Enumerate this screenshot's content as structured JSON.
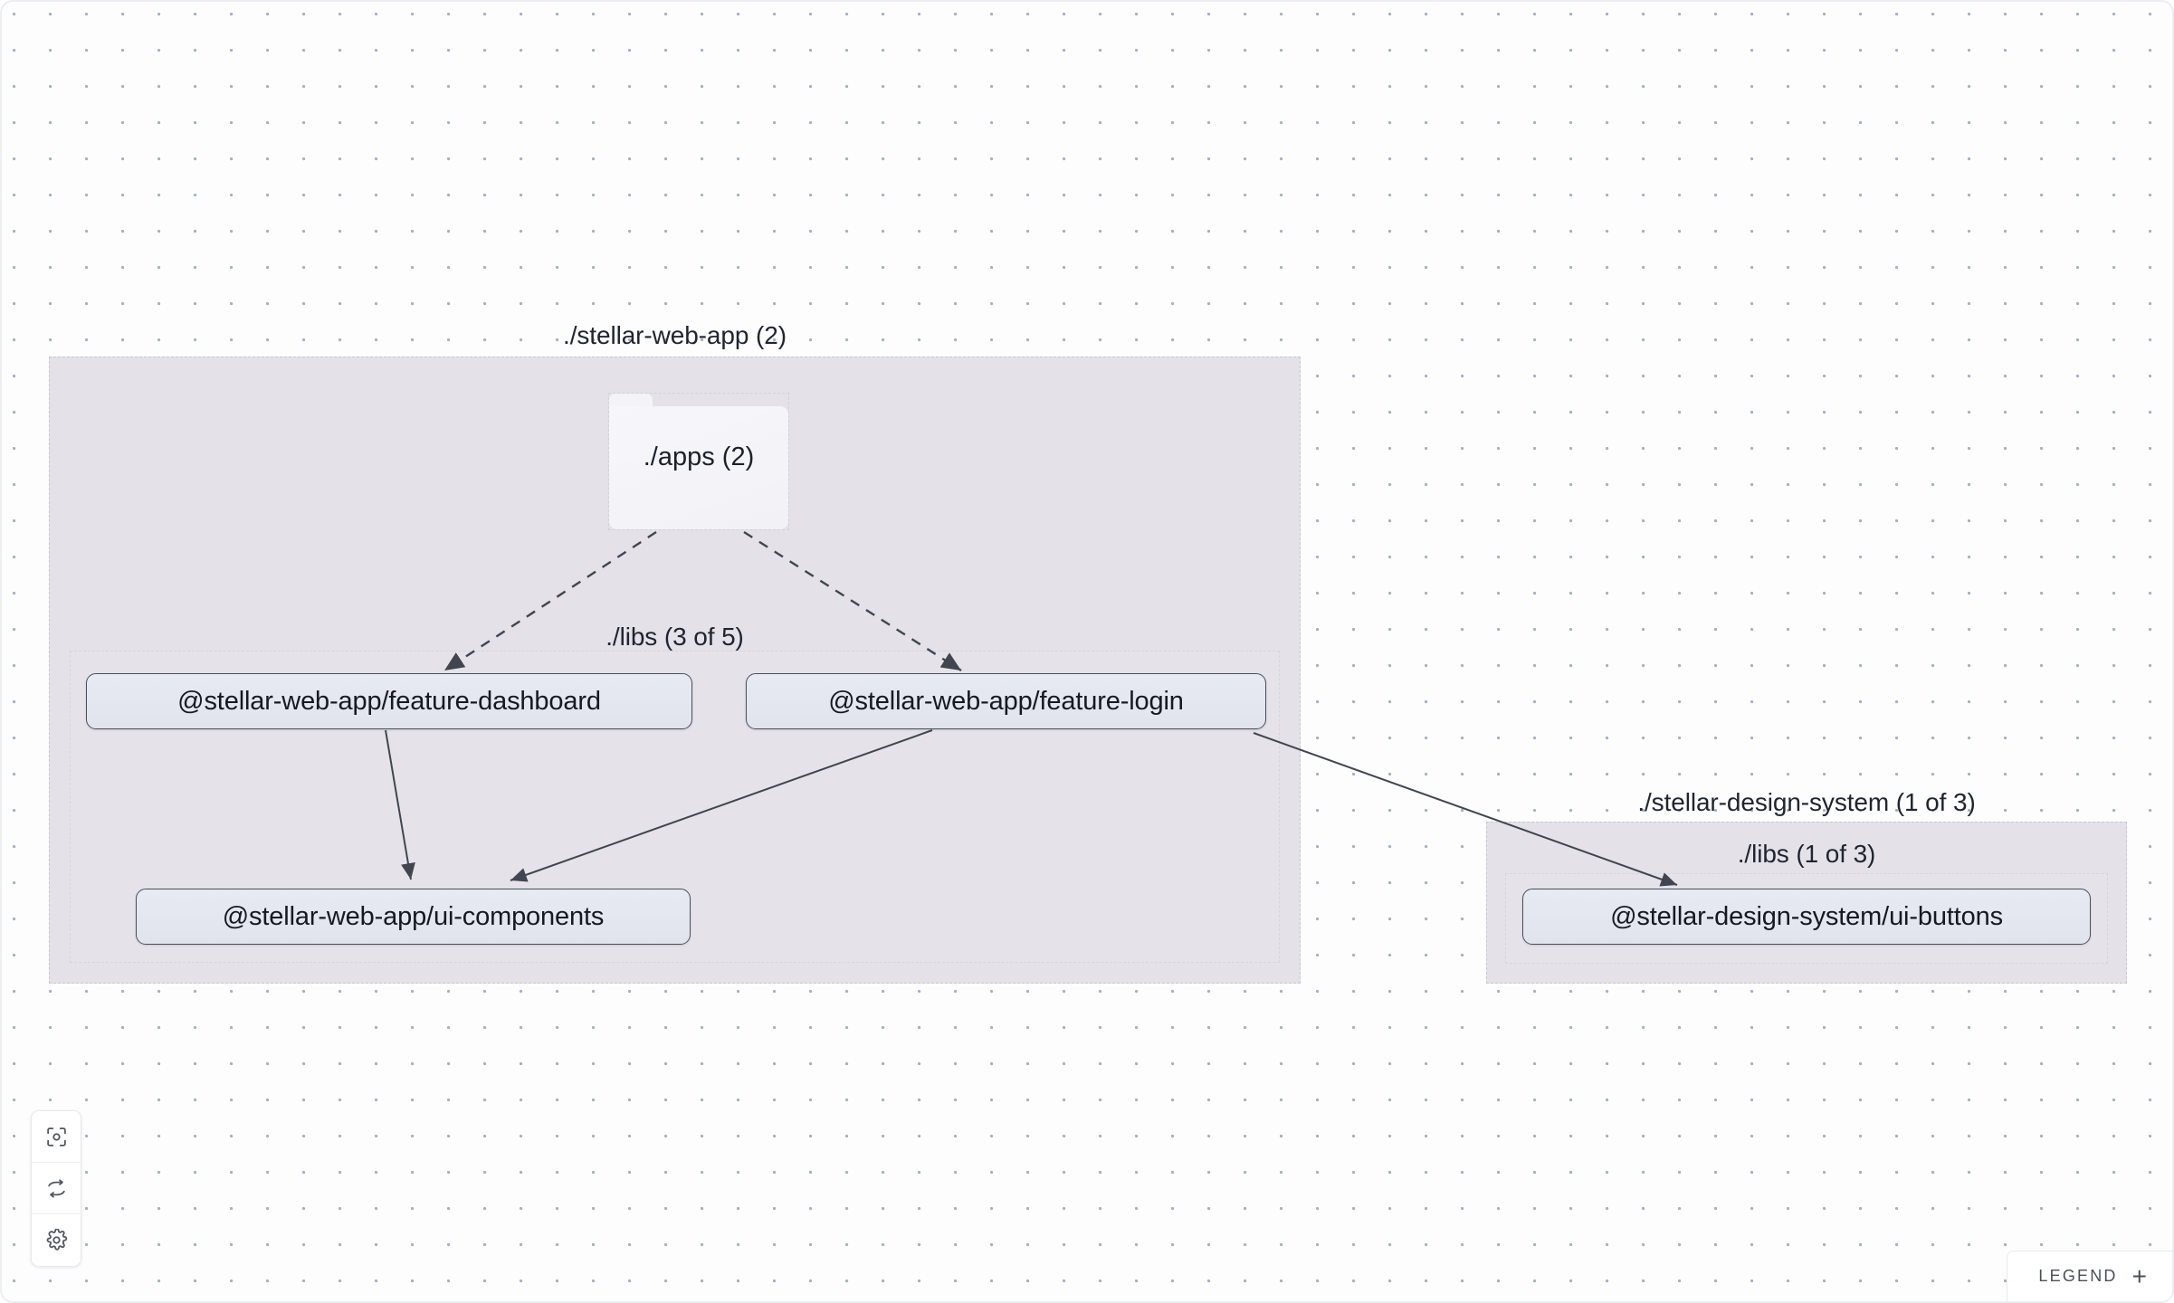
{
  "canvas": {
    "background_color": "#fdfdfe",
    "dot_color": "#a7b0bf",
    "border_color": "#eceef1"
  },
  "graph": {
    "groups": [
      {
        "id": "stellar-web-app",
        "label": "./stellar-web-app (2)",
        "fill": "#e4e2e8",
        "border": "#c9c7d0",
        "children": [
          {
            "id": "stellar-web-app-libs",
            "label": "./libs (3 of 5)",
            "fill": "transparent",
            "border": "#d6d4dd"
          }
        ]
      },
      {
        "id": "stellar-design-system",
        "label": "./stellar-design-system (1 of 3)",
        "fill": "#e4e2e8",
        "border": "#c9c7d0",
        "children": [
          {
            "id": "stellar-design-system-libs",
            "label": "./libs (1 of 3)",
            "fill": "transparent",
            "border": "#d6d4dd"
          }
        ]
      }
    ],
    "folders": [
      {
        "id": "apps",
        "label": "./apps (2)",
        "fill": "#f4f4f8"
      }
    ],
    "nodes": [
      {
        "id": "feature-dashboard",
        "label": "@stellar-web-app/feature-dashboard",
        "fill": "#e4e8f1",
        "border": "#4a4f5c"
      },
      {
        "id": "feature-login",
        "label": "@stellar-web-app/feature-login",
        "fill": "#e4e8f1",
        "border": "#4a4f5c"
      },
      {
        "id": "ui-components",
        "label": "@stellar-web-app/ui-components",
        "fill": "#e4e8f1",
        "border": "#4a4f5c"
      },
      {
        "id": "ui-buttons",
        "label": "@stellar-design-system/ui-buttons",
        "fill": "#e4e8f1",
        "border": "#4a4f5c"
      }
    ],
    "edges": [
      {
        "from": "apps",
        "to": "feature-dashboard",
        "style": "dashed"
      },
      {
        "from": "apps",
        "to": "feature-login",
        "style": "dashed"
      },
      {
        "from": "feature-dashboard",
        "to": "ui-components",
        "style": "solid"
      },
      {
        "from": "feature-login",
        "to": "ui-components",
        "style": "solid"
      },
      {
        "from": "feature-login",
        "to": "ui-buttons",
        "style": "solid"
      }
    ],
    "edge_color": "#40454f"
  },
  "controls": {
    "buttons": [
      {
        "id": "focus",
        "icon": "focus-target-icon",
        "label": "Focus graph"
      },
      {
        "id": "refresh",
        "icon": "refresh-icon",
        "label": "Refresh graph"
      },
      {
        "id": "settings",
        "icon": "gear-icon",
        "label": "Graph settings"
      }
    ]
  },
  "legend": {
    "label": "LEGEND",
    "expand_glyph": "+"
  }
}
